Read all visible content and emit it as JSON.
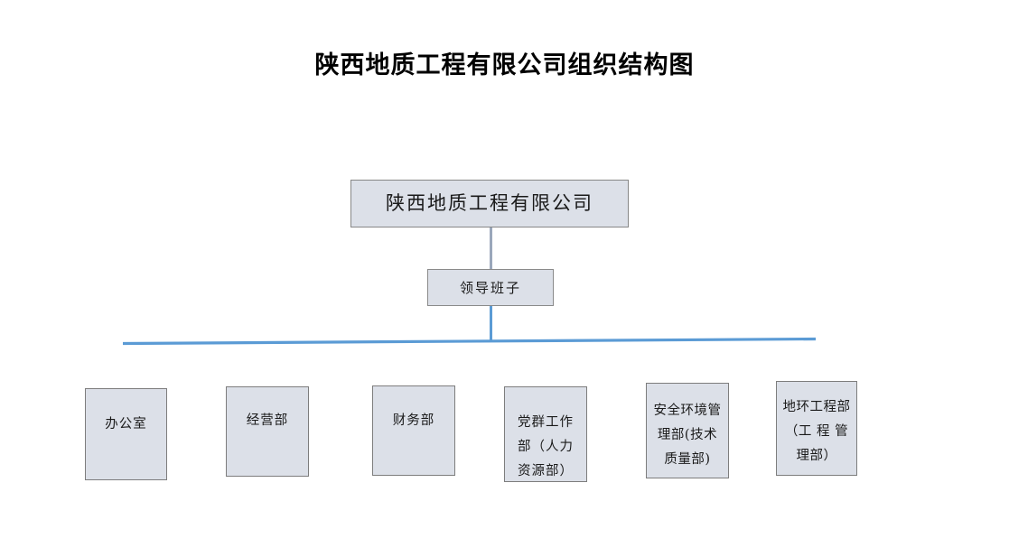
{
  "chart": {
    "title": "陕西地质工程有限公司组织结构图",
    "type": "org-chart",
    "colors": {
      "node_fill": "#dce0e8",
      "node_border": "#808080",
      "connector_blue": "#5b9bd5",
      "connector_gray": "#9aa7bb",
      "text": "#1a1a1a",
      "background": "#ffffff"
    }
  },
  "nodes": {
    "root": {
      "label": "陕西地质工程有限公司",
      "level": 1
    },
    "leadership": {
      "label": "领导班子",
      "level": 2
    },
    "departments": [
      {
        "label": "办公室",
        "level": 3
      },
      {
        "label": "经营部",
        "level": 3
      },
      {
        "label": "财务部",
        "level": 3
      },
      {
        "label": "党群工作\n部（人力\n资源部）",
        "level": 3
      },
      {
        "label": "安全环境管\n理部(技术\n质量部)",
        "level": 3
      },
      {
        "label": "地环工程部\n（工 程 管\n理部）",
        "level": 3
      }
    ]
  },
  "connectors": {
    "root_to_leadership": "vertical-gray",
    "leadership_to_bus": "vertical-blue",
    "department_bus": "horizontal-blue"
  }
}
